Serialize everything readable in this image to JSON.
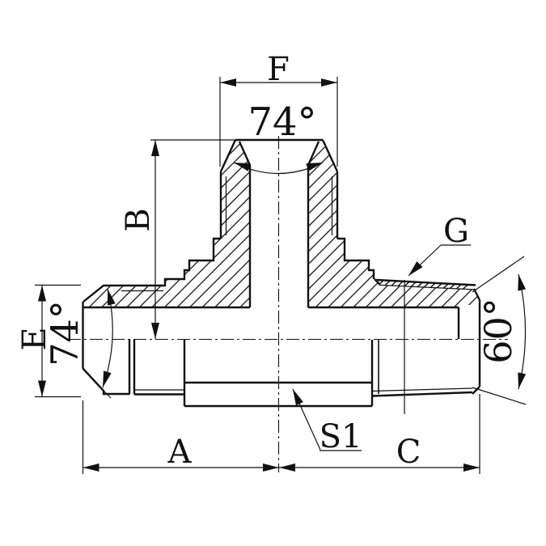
{
  "drawing": {
    "type": "engineering-drawing",
    "subject": "tee branch hydraulic adapter fitting, half-section view",
    "colors": {
      "line": "#111111",
      "background": "#ffffff"
    },
    "labels": {
      "top_port_width": "F",
      "top_port_cone_angle": "74°",
      "branch_height": "B",
      "left_port_diameter": "E",
      "left_port_cone_angle": "74°",
      "right_port_thread": "G",
      "right_port_seat_angle": "60°",
      "left_length": "A",
      "right_length": "C",
      "hex_across_flats": "S1"
    }
  }
}
